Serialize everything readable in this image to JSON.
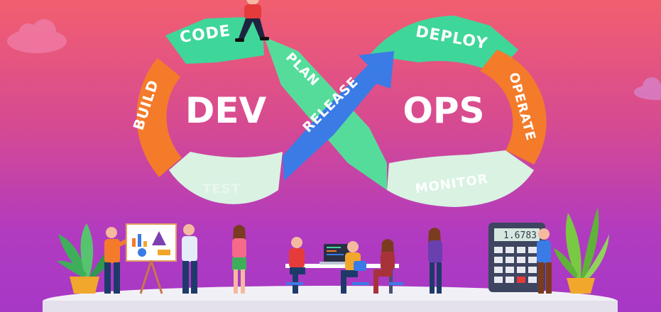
{
  "infinity_loop": {
    "dev_label": "DEV",
    "ops_label": "OPS",
    "stages": {
      "plan": "PLAN",
      "code": "CODE",
      "build": "BUILD",
      "test": "TEST",
      "release": "RELEASE",
      "deploy": "DEPLOY",
      "operate": "OPERATE",
      "monitor": "MONITOR"
    }
  },
  "calculator": {
    "display": "1.6783"
  },
  "colors": {
    "background_top": "#f25f6f",
    "background_bottom": "#a638c6",
    "orange": "#f47b2a",
    "green": "#3fd69a",
    "pale_green": "#d9f2e2",
    "blue": "#3a7be6"
  },
  "icons": [
    "cloud-icon",
    "plant-icon",
    "chart-board-icon",
    "laptop-icon",
    "calculator-icon"
  ]
}
